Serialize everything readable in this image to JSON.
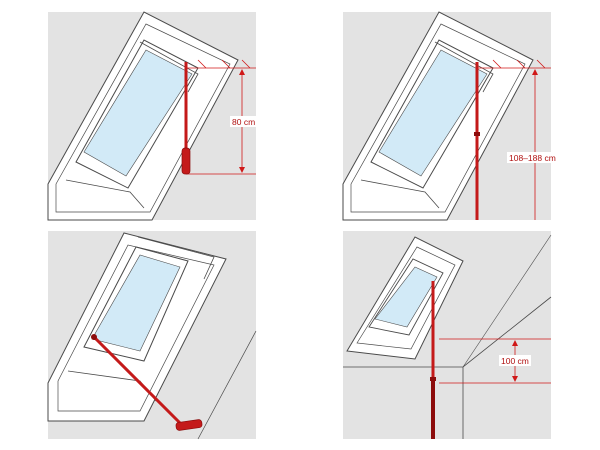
{
  "colors": {
    "wall": "#e3e3e3",
    "frame_fill": "#ffffff",
    "frame_line": "#4a4a4a",
    "glass": "#d2eaf7",
    "rod": "#c41a1a",
    "rod_dark": "#8c0c0c",
    "dimension": "#d01818"
  },
  "panels": [
    {
      "id": "top-left",
      "dimension_label": "80 cm"
    },
    {
      "id": "top-right",
      "dimension_label": "108–188 cm"
    },
    {
      "id": "bottom-left",
      "dimension_label": ""
    },
    {
      "id": "bottom-right",
      "dimension_label": "100 cm"
    }
  ]
}
